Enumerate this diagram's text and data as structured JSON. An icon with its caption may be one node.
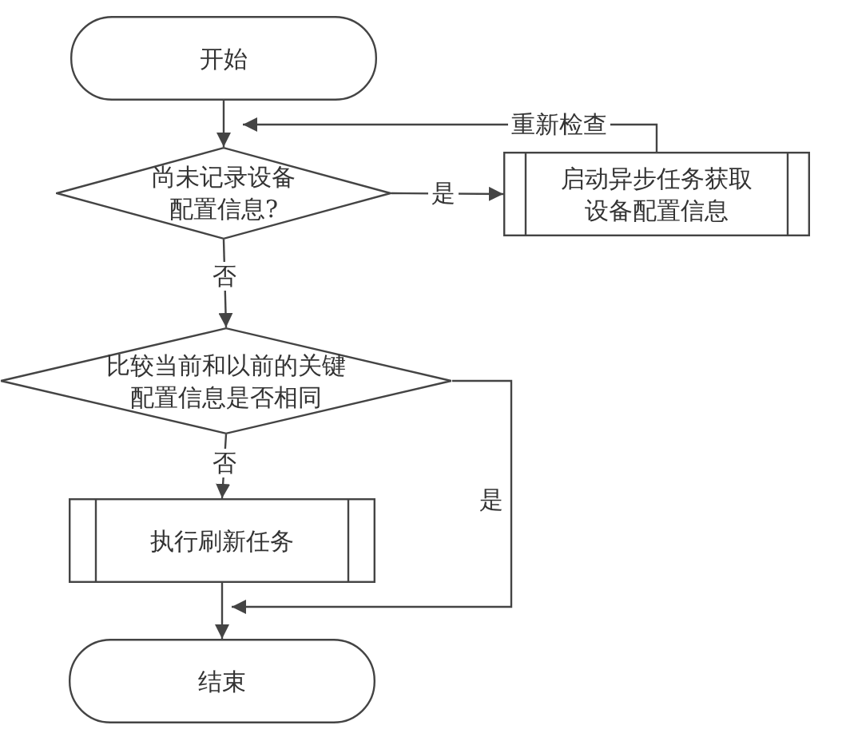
{
  "diagram": {
    "nodes": [
      {
        "text": [
          "开始"
        ]
      },
      {
        "text": [
          "尚未记录设备配置信息?"
        ]
      },
      {
        "text": [
          "启动异步任务获取设备配置信息"
        ]
      },
      {
        "text": [
          "比较当前和以前的关键配置信息是否相同"
        ]
      },
      {
        "text": [
          "执行刷新任务"
        ]
      },
      {
        "text": [
          "结束"
        ]
      }
    ],
    "edges": [
      {
        "from": 0,
        "to": 1,
        "arrow": "to"
      },
      {
        "from": 1,
        "to": 2,
        "arrow": "to",
        "label": "是"
      },
      {
        "from": 2,
        "to": 1,
        "arrow": "to",
        "label": "重新检查"
      },
      {
        "from": 1,
        "to": 3,
        "arrow": "to",
        "label": "否"
      },
      {
        "from": 3,
        "to": 4,
        "arrow": "to",
        "label": "否"
      },
      {
        "from": 3,
        "to": 5,
        "arrow": "to",
        "label": "是"
      },
      {
        "from": 4,
        "to": 5,
        "arrow": "to"
      }
    ]
  }
}
